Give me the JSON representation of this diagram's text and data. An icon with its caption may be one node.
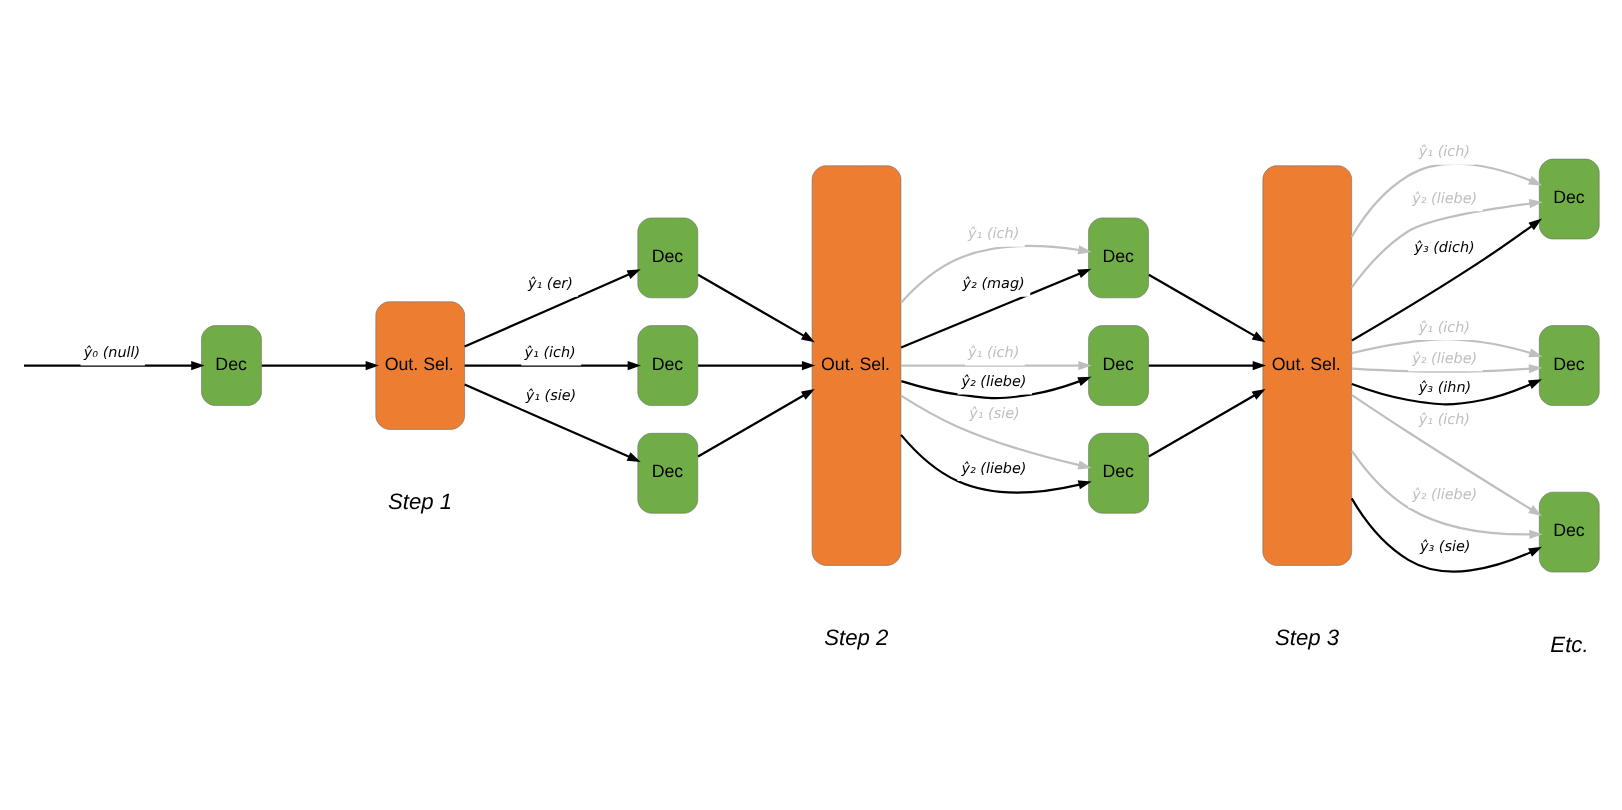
{
  "diagram": {
    "nodes": [
      {
        "text": [
          "Dec"
        ]
      },
      {
        "text": [
          "Out. Sel."
        ]
      },
      {
        "text": [
          "Dec"
        ]
      },
      {
        "text": [
          "Dec"
        ]
      },
      {
        "text": [
          "Dec"
        ]
      },
      {
        "text": [
          "Out. Sel."
        ]
      },
      {
        "text": [
          "Dec"
        ]
      },
      {
        "text": [
          "Dec"
        ]
      },
      {
        "text": [
          "Dec"
        ]
      },
      {
        "text": [
          "Out. Sel."
        ]
      },
      {
        "text": [
          "Dec"
        ]
      },
      {
        "text": [
          "Dec"
        ]
      },
      {
        "text": [
          "Dec"
        ]
      }
    ],
    "edges": [
      {
        "from": null,
        "to": 0,
        "arrow": "to",
        "label": "ŷ₀ (null)"
      },
      {
        "from": 0,
        "to": 1,
        "arrow": "to"
      },
      {
        "from": 1,
        "to": 2,
        "arrow": "to",
        "label": "ŷ₁ (er)"
      },
      {
        "from": 1,
        "to": 3,
        "arrow": "to",
        "label": "ŷ₁ (ich)"
      },
      {
        "from": 1,
        "to": 4,
        "arrow": "to",
        "label": "ŷ₁ (sie)"
      },
      {
        "from": 2,
        "to": 5,
        "arrow": "to"
      },
      {
        "from": 3,
        "to": 5,
        "arrow": "to"
      },
      {
        "from": 4,
        "to": 5,
        "arrow": "to"
      },
      {
        "from": 5,
        "to": 6,
        "arrow": "to",
        "label": "ŷ₁ (ich)",
        "color": "#bfbfbf"
      },
      {
        "from": 5,
        "to": 6,
        "arrow": "to",
        "label": "ŷ₂ (mag)"
      },
      {
        "from": 5,
        "to": 7,
        "arrow": "to",
        "label": "ŷ₁ (ich)",
        "color": "#bfbfbf"
      },
      {
        "from": 5,
        "to": 7,
        "arrow": "to",
        "label": "ŷ₂ (liebe)"
      },
      {
        "from": 5,
        "to": 8,
        "arrow": "to",
        "label": "ŷ₁ (sie)",
        "color": "#bfbfbf"
      },
      {
        "from": 5,
        "to": 8,
        "arrow": "to",
        "label": "ŷ₂ (liebe)"
      },
      {
        "from": 6,
        "to": 9,
        "arrow": "to"
      },
      {
        "from": 7,
        "to": 9,
        "arrow": "to"
      },
      {
        "from": 8,
        "to": 9,
        "arrow": "to"
      },
      {
        "from": 9,
        "to": 10,
        "arrow": "to",
        "label": "ŷ₁ (ich)",
        "color": "#bfbfbf"
      },
      {
        "from": 9,
        "to": 10,
        "arrow": "to",
        "label": "ŷ₂ (liebe)",
        "color": "#bfbfbf"
      },
      {
        "from": 9,
        "to": 10,
        "arrow": "to",
        "label": "ŷ₃ (dich)"
      },
      {
        "from": 9,
        "to": 11,
        "arrow": "to",
        "label": "ŷ₁ (ich)",
        "color": "#bfbfbf"
      },
      {
        "from": 9,
        "to": 11,
        "arrow": "to",
        "label": "ŷ₂ (liebe)",
        "color": "#bfbfbf"
      },
      {
        "from": 9,
        "to": 11,
        "arrow": "to",
        "label": "ŷ₃ (ihn)"
      },
      {
        "from": 9,
        "to": 12,
        "arrow": "to",
        "label": "ŷ₁ (ich)",
        "color": "#bfbfbf"
      },
      {
        "from": 9,
        "to": 12,
        "arrow": "to",
        "label": "ŷ₂ (liebe)",
        "color": "#bfbfbf"
      },
      {
        "from": 9,
        "to": 12,
        "arrow": "to",
        "label": "ŷ₃ (sie)"
      }
    ],
    "labels": [
      "Step 1",
      "Step 2",
      "Step 3",
      "Etc."
    ]
  }
}
